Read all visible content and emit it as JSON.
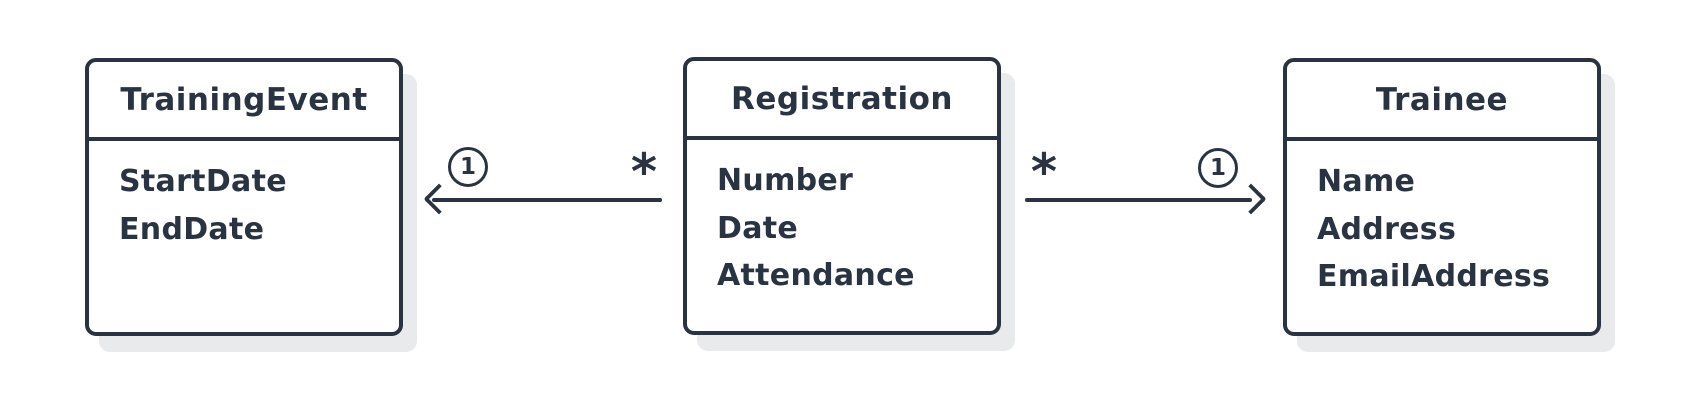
{
  "diagram": {
    "type": "entity-relationship",
    "colors": {
      "ink": "#2a3342",
      "shadow": "#e8eaec",
      "background": "#ffffff"
    },
    "entities": [
      {
        "title": "TrainingEvent",
        "attributes": [
          "StartDate",
          "EndDate"
        ]
      },
      {
        "title": "Registration",
        "attributes": [
          "Number",
          "Date",
          "Attendance"
        ]
      },
      {
        "title": "Trainee",
        "attributes": [
          "Name",
          "Address",
          "EmailAddress"
        ]
      }
    ],
    "relationships": [
      {
        "from": "Registration",
        "to": "TrainingEvent",
        "arrow_direction": "left",
        "source_multiplicity": "*",
        "target_multiplicity": "1"
      },
      {
        "from": "Registration",
        "to": "Trainee",
        "arrow_direction": "right",
        "source_multiplicity": "*",
        "target_multiplicity": "1"
      }
    ]
  }
}
